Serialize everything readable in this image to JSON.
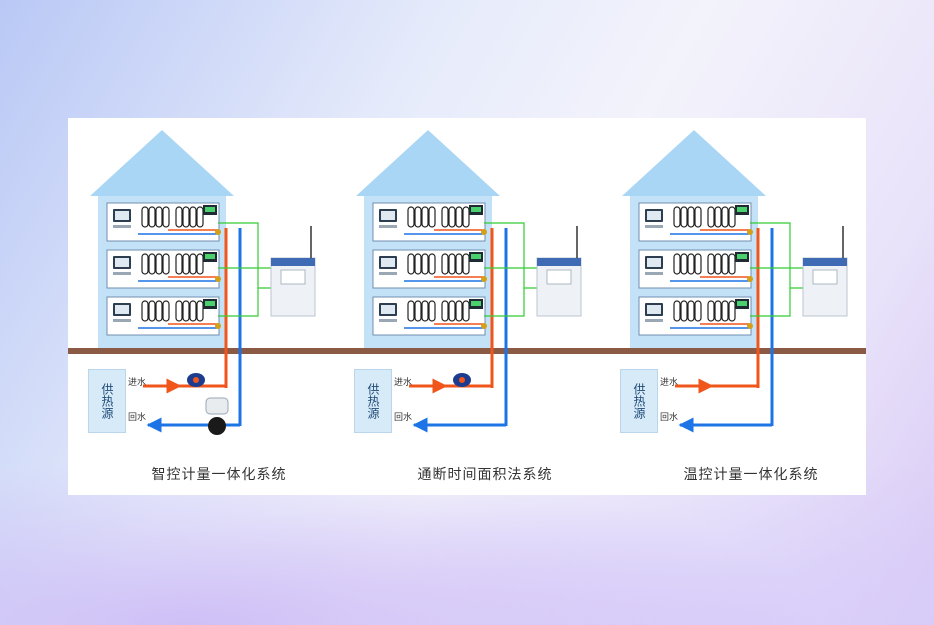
{
  "systems": [
    {
      "caption": "智控计量一体化系统",
      "source": "供热源",
      "supply": "进水",
      "return": "回水"
    },
    {
      "caption": "通断时间面积法系统",
      "source": "供热源",
      "supply": "进水",
      "return": "回水"
    },
    {
      "caption": "温控计量一体化系统",
      "source": "供热源",
      "supply": "进水",
      "return": "回水"
    }
  ],
  "colors": {
    "house_roof": "#aad6f5",
    "house_wall": "#c4e2f7",
    "ground": "#8a5a44",
    "supply_pipe": "#f0551b",
    "return_pipe": "#1d74e6",
    "signal_wire": "#33cc33"
  },
  "icons": [
    "house-icon",
    "radiator-icon",
    "thermostat-icon",
    "valve-icon",
    "meter-icon",
    "controller-cabinet-icon",
    "heat-meter-icon",
    "motor-valve-icon"
  ]
}
